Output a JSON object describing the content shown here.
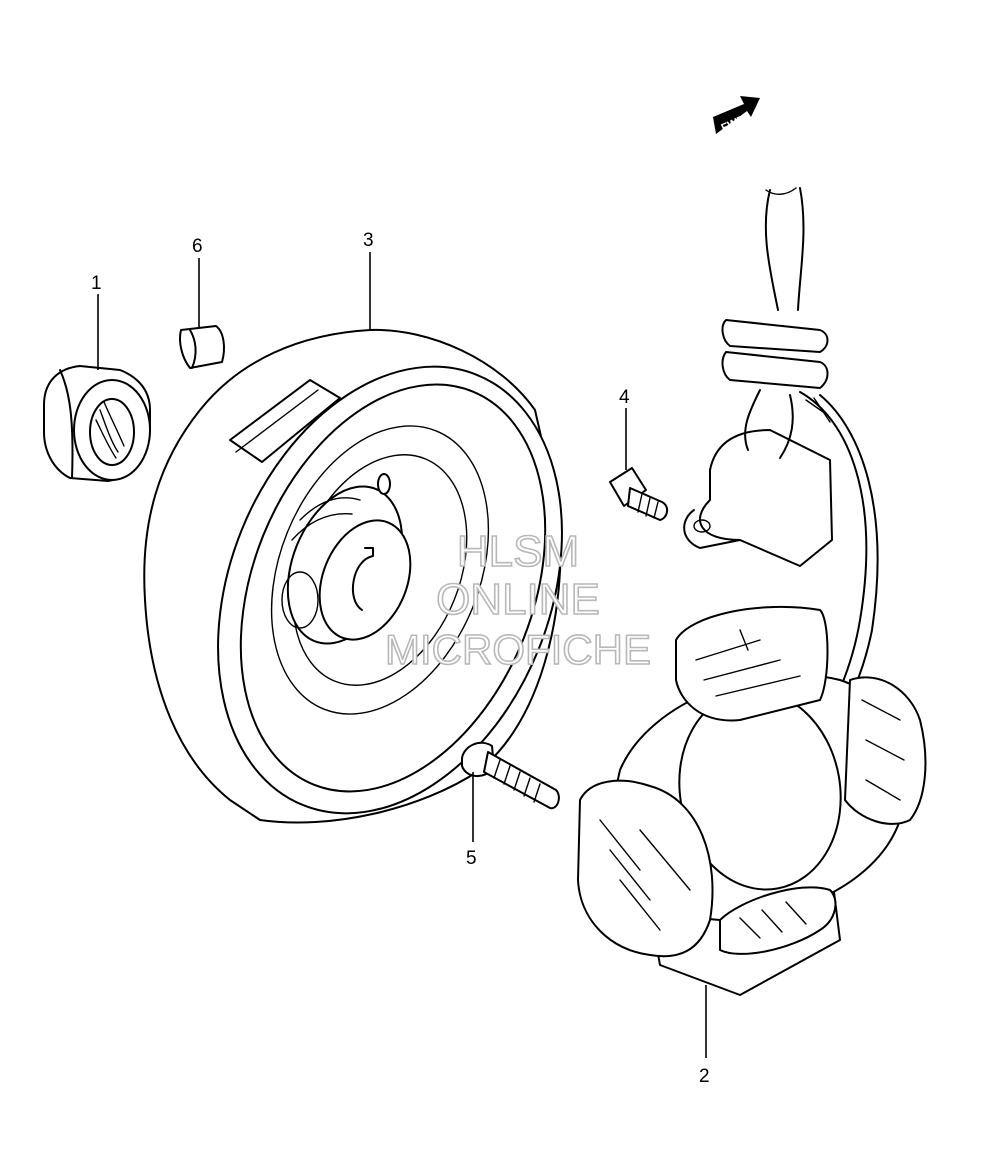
{
  "fwd_label": "FWD",
  "callouts": [
    {
      "id": "1",
      "label": "1"
    },
    {
      "id": "2",
      "label": "2"
    },
    {
      "id": "3",
      "label": "3"
    },
    {
      "id": "4",
      "label": "4"
    },
    {
      "id": "5",
      "label": "5"
    },
    {
      "id": "6",
      "label": "6"
    }
  ],
  "watermark": {
    "line1": "HLSM",
    "line2": "ONLINE",
    "line3": "MICROFICHE"
  }
}
